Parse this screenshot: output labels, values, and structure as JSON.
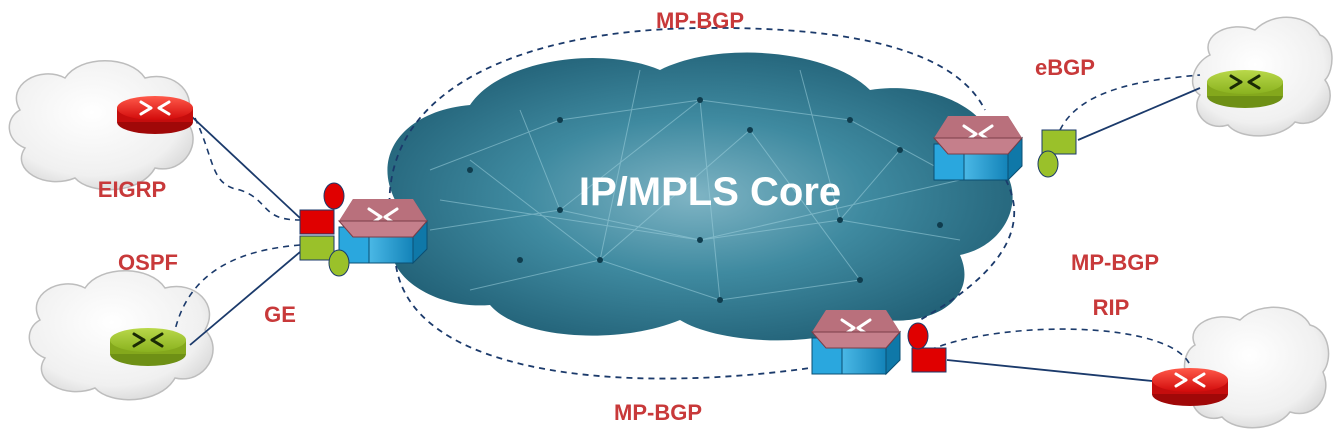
{
  "diagram": {
    "core_label": "IP/MPLS Core",
    "labels": {
      "mpbgp_top": "MP-BGP",
      "mpbgp_right": "MP-BGP",
      "mpbgp_bottom": "MP-BGP",
      "ebgp": "eBGP",
      "eigrp": "EIGRP",
      "ospf": "OSPF",
      "ge": "GE",
      "rip": "RIP"
    },
    "colors": {
      "label": "#c8393a",
      "pe_router_top": "#b9707c",
      "pe_router_side": "#1f9ad0",
      "ce_red": "#e01010",
      "ce_green": "#9ac12a",
      "link": "#1b3a6b",
      "core_cloud": "#2a6f86"
    }
  }
}
